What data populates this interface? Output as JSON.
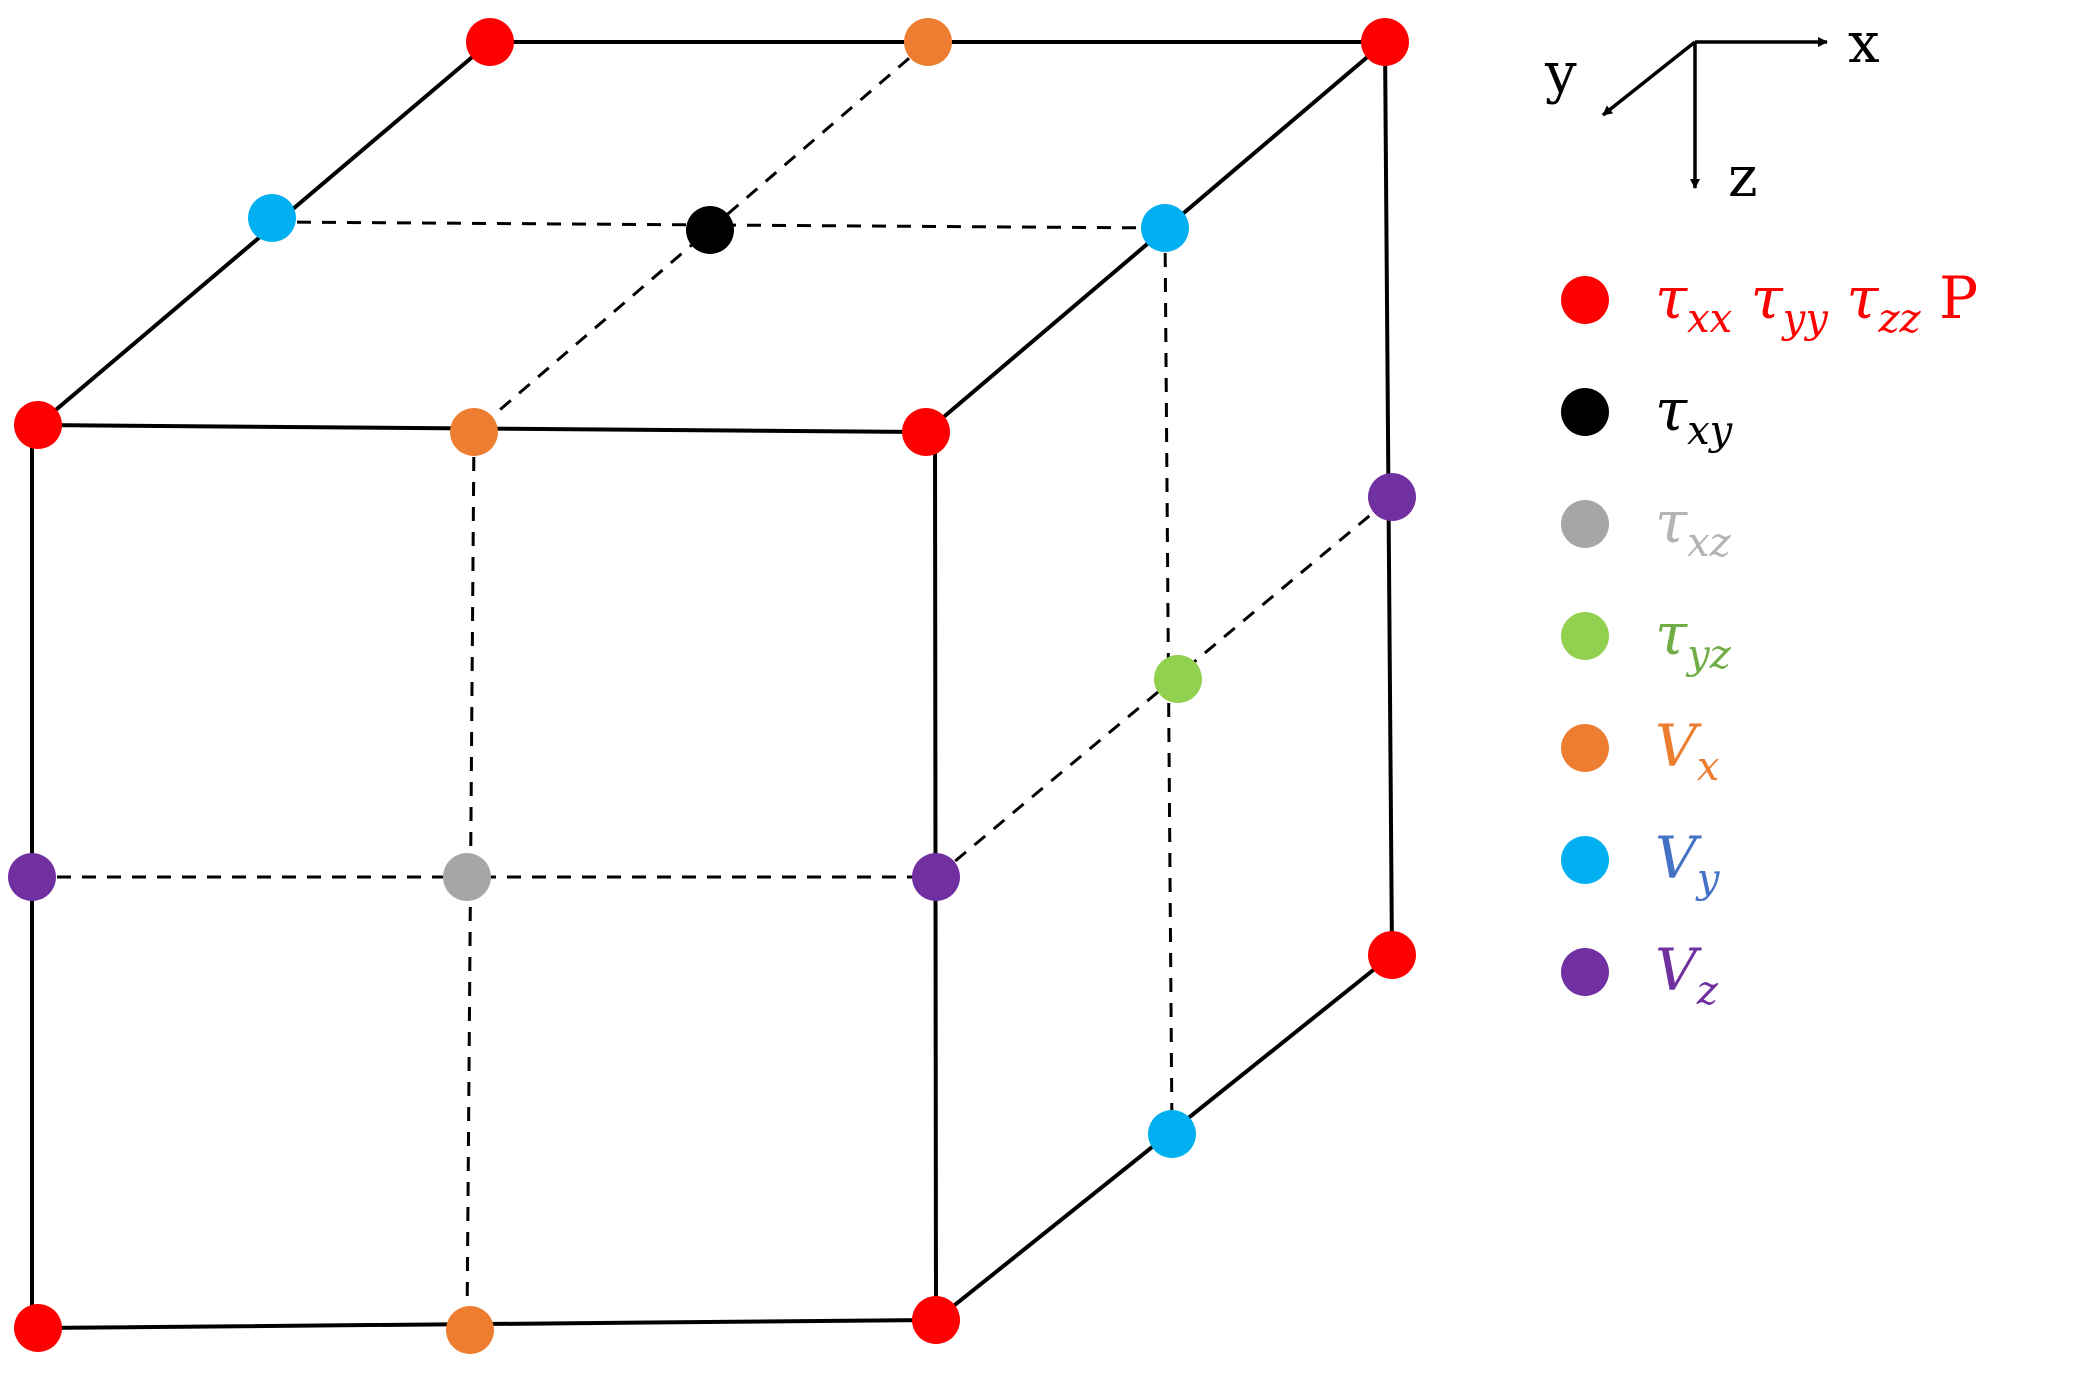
{
  "axes": {
    "x_label": "x",
    "y_label": "y",
    "z_label": "z"
  },
  "colors": {
    "red": "#ff0000",
    "black": "#000000",
    "gray": "#a6a6a6",
    "green": "#92d050",
    "orange": "#ed7d31",
    "cyan": "#00b0f0",
    "purple": "#7030a0",
    "label_gray": "#b3b3b3",
    "label_green": "#70ad47",
    "label_orange": "#ed7d31",
    "label_blue": "#4472c4",
    "label_purple": "#7030a0"
  },
  "legend": [
    {
      "id": "normal-stress-pressure",
      "color": "red",
      "label_color": "red",
      "terms": [
        {
          "base": "τ",
          "sub": "xx"
        },
        {
          "base": "τ",
          "sub": "yy"
        },
        {
          "base": "τ",
          "sub": "zz"
        },
        {
          "base": "P",
          "sub": ""
        }
      ]
    },
    {
      "id": "tau-xy",
      "color": "black",
      "label_color": "black",
      "terms": [
        {
          "base": "τ",
          "sub": "xy"
        }
      ]
    },
    {
      "id": "tau-xz",
      "color": "gray",
      "label_color": "label_gray",
      "terms": [
        {
          "base": "τ",
          "sub": "xz"
        }
      ]
    },
    {
      "id": "tau-yz",
      "color": "green",
      "label_color": "label_green",
      "terms": [
        {
          "base": "τ",
          "sub": "yz"
        }
      ]
    },
    {
      "id": "v-x",
      "color": "orange",
      "label_color": "label_orange",
      "terms": [
        {
          "base": "V",
          "sub": "x"
        }
      ]
    },
    {
      "id": "v-y",
      "color": "cyan",
      "label_color": "label_blue",
      "terms": [
        {
          "base": "V",
          "sub": "y"
        }
      ]
    },
    {
      "id": "v-z",
      "color": "purple",
      "label_color": "label_purple",
      "terms": [
        {
          "base": "V",
          "sub": "z"
        }
      ]
    }
  ]
}
